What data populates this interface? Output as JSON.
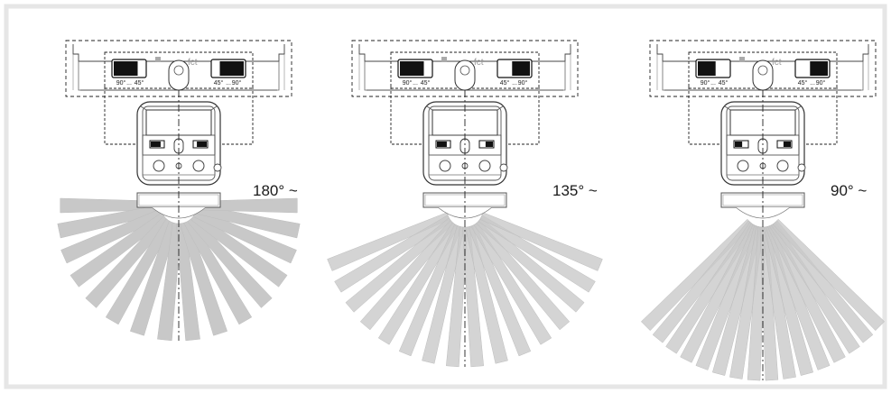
{
  "frame_color": "#e6e6e6",
  "ray_color": "#c8c8c8",
  "ray_overlap_color": "#b3b3b3",
  "panels": [
    {
      "id": "p180",
      "angle_label": "180° ~",
      "coverage_degrees": 180,
      "brand": "fct",
      "switch_left": {
        "left": "90°",
        "ellipsis": "...",
        "right": "45°"
      },
      "switch_right": {
        "left": "45°",
        "ellipsis": "...",
        "right": "90°"
      },
      "left_switch_setting": "90°",
      "right_switch_setting": "90°"
    },
    {
      "id": "p135",
      "angle_label": "135° ~",
      "coverage_degrees": 135,
      "brand": "fct",
      "switch_left": {
        "left": "90°",
        "ellipsis": "...",
        "right": "45°"
      },
      "switch_right": {
        "left": "45°",
        "ellipsis": "...",
        "right": "90°"
      },
      "left_switch_setting": "90°",
      "right_switch_setting": "45°"
    },
    {
      "id": "p90",
      "angle_label": "90° ~",
      "coverage_degrees": 90,
      "brand": "fct",
      "switch_left": {
        "left": "90°",
        "ellipsis": "...",
        "right": "45°"
      },
      "switch_right": {
        "left": "45°",
        "ellipsis": "...",
        "right": "90°"
      },
      "left_switch_setting": "45°",
      "right_switch_setting": "45°"
    }
  ]
}
